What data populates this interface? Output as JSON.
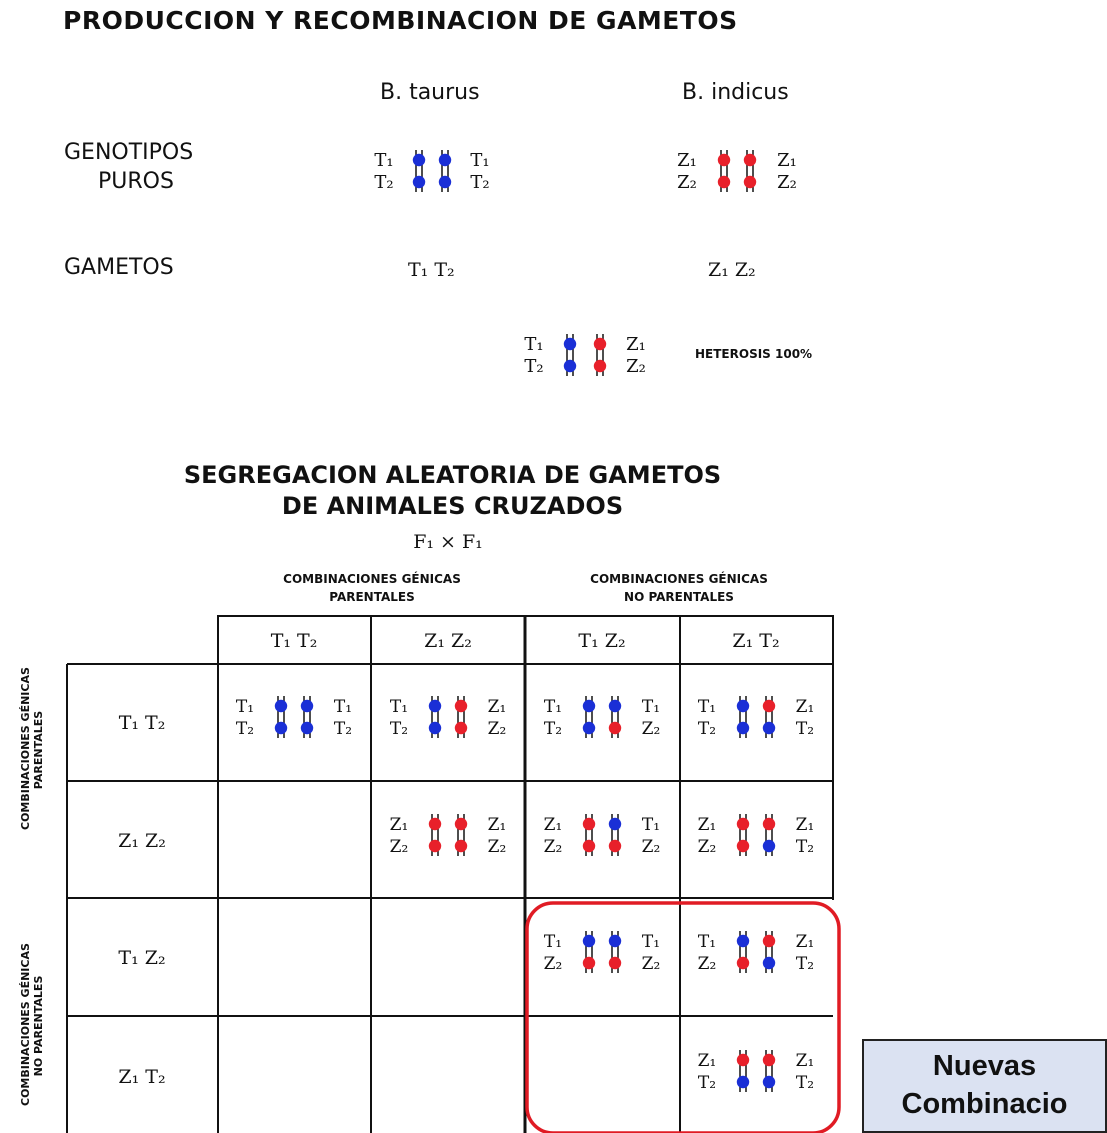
{
  "title": "PRODUCCION Y RECOMBINACION DE GAMETOS",
  "species": {
    "left": "B. taurus",
    "right": "B. indicus"
  },
  "labels": {
    "genotipos_line1": "GENOTIPOS",
    "genotipos_line2": "PUROS",
    "gametos": "GAMETOS",
    "heterosis": "HETEROSIS 100%"
  },
  "gametes": {
    "left": "T₁ T₂",
    "right": "Z₁ Z₂"
  },
  "section_title": {
    "line1": "SEGREGACION ALEATORIA DE GAMETOS",
    "line2": "DE ANIMALES CRUZADOS"
  },
  "cross": "F₁ × F₁",
  "col_groups": [
    {
      "line1": "COMBINACIONES GÉNICAS",
      "line2": "PARENTALES"
    },
    {
      "line1": "COMBINACIONES GÉNICAS",
      "line2": "NO PARENTALES"
    }
  ],
  "row_groups": [
    {
      "line1": "COMBINACIONES GÉNICAS",
      "line2": "PARENTALES"
    },
    {
      "line1": "COMBINACIONES GÉNICAS",
      "line2": "NO PARENTALES"
    }
  ],
  "grid": {
    "col_headers": [
      "T₁ T₂",
      "Z₁ Z₂",
      "T₁ Z₂",
      "Z₁ T₂"
    ],
    "row_headers": [
      "T₁ T₂",
      "Z₁ Z₂",
      "T₁ Z₂",
      "Z₁ T₂"
    ]
  },
  "colors": {
    "taurus": "#1a2fd6",
    "indicus": "#e8202a",
    "highlight": "#e01b24",
    "note_bg": "#dbe2f2"
  },
  "diagrams": {
    "taurus_pure": {
      "tl": "T₁",
      "bl": "T₂",
      "tr": "T₁",
      "br": "T₂",
      "c": [
        "b",
        "b",
        "b",
        "b"
      ]
    },
    "indicus_pure": {
      "tl": "Z₁",
      "bl": "Z₂",
      "tr": "Z₁",
      "br": "Z₂",
      "c": [
        "r",
        "r",
        "r",
        "r"
      ]
    },
    "hybrid": {
      "tl": "T₁",
      "bl": "T₂",
      "tr": "Z₁",
      "br": "Z₂",
      "c": [
        "b",
        "r",
        "b",
        "r"
      ]
    },
    "cells": [
      {
        "row": 0,
        "col": 0,
        "tl": "T₁",
        "bl": "T₂",
        "tr": "T₁",
        "br": "T₂",
        "c": [
          "b",
          "b",
          "b",
          "b"
        ]
      },
      {
        "row": 0,
        "col": 1,
        "tl": "T₁",
        "bl": "T₂",
        "tr": "Z₁",
        "br": "Z₂",
        "c": [
          "b",
          "r",
          "b",
          "r"
        ]
      },
      {
        "row": 0,
        "col": 2,
        "tl": "T₁",
        "bl": "T₂",
        "tr": "T₁",
        "br": "Z₂",
        "c": [
          "b",
          "b",
          "b",
          "r"
        ]
      },
      {
        "row": 0,
        "col": 3,
        "tl": "T₁",
        "bl": "T₂",
        "tr": "Z₁",
        "br": "T₂",
        "c": [
          "b",
          "r",
          "b",
          "b"
        ]
      },
      {
        "row": 1,
        "col": 1,
        "tl": "Z₁",
        "bl": "Z₂",
        "tr": "Z₁",
        "br": "Z₂",
        "c": [
          "r",
          "r",
          "r",
          "r"
        ]
      },
      {
        "row": 1,
        "col": 2,
        "tl": "Z₁",
        "bl": "Z₂",
        "tr": "T₁",
        "br": "Z₂",
        "c": [
          "r",
          "b",
          "r",
          "r"
        ]
      },
      {
        "row": 1,
        "col": 3,
        "tl": "Z₁",
        "bl": "Z₂",
        "tr": "Z₁",
        "br": "T₂",
        "c": [
          "r",
          "r",
          "r",
          "b"
        ]
      },
      {
        "row": 2,
        "col": 2,
        "tl": "T₁",
        "bl": "Z₂",
        "tr": "T₁",
        "br": "Z₂",
        "c": [
          "b",
          "b",
          "r",
          "r"
        ]
      },
      {
        "row": 2,
        "col": 3,
        "tl": "T₁",
        "bl": "Z₂",
        "tr": "Z₁",
        "br": "T₂",
        "c": [
          "b",
          "r",
          "r",
          "b"
        ]
      },
      {
        "row": 3,
        "col": 3,
        "tl": "Z₁",
        "bl": "T₂",
        "tr": "Z₁",
        "br": "T₂",
        "c": [
          "r",
          "r",
          "b",
          "b"
        ]
      }
    ]
  },
  "note": {
    "line1": "Nuevas",
    "line2": "Combinacio"
  }
}
